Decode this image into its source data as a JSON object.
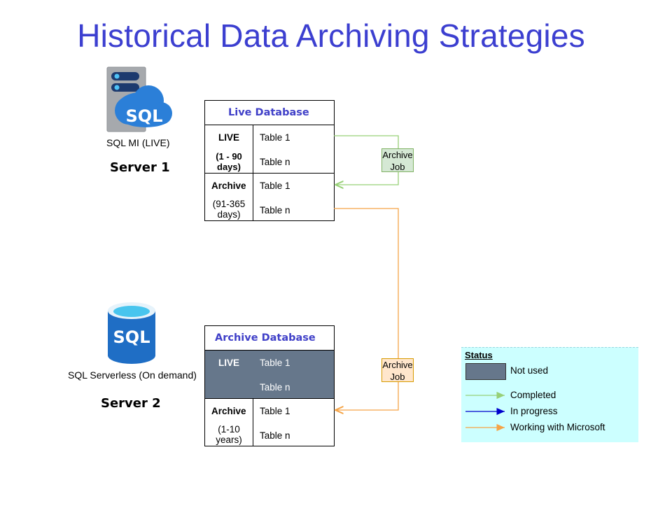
{
  "title": "Historical Data Archiving Strategies",
  "server1": {
    "icon_text": "SQL",
    "caption": "SQL MI (LIVE)",
    "name": "Server 1"
  },
  "server2": {
    "icon_text": "SQL",
    "caption": "SQL Serverless (On demand)",
    "name": "Server 2"
  },
  "live_db": {
    "header": "Live Database",
    "sections": [
      {
        "key": "LIVE",
        "range": "(1 - 90 days)",
        "range_line1": "(1 - 90",
        "range_line2": "days)",
        "table1": "Table 1",
        "tablen": "Table n"
      },
      {
        "key": "Archive",
        "range_line1": "(91-365",
        "range_line2": "days)",
        "table1": "Table 1",
        "tablen": "Table n"
      }
    ]
  },
  "archive_db": {
    "header": "Archive Database",
    "sections": [
      {
        "key": "LIVE",
        "table1": "Table 1",
        "tablen": "Table n",
        "status": "Not used"
      },
      {
        "key": "Archive",
        "range_line1": "(1-10",
        "range_line2": "years)",
        "table1": "Table 1",
        "tablen": "Table n"
      }
    ]
  },
  "jobs": [
    {
      "line1": "Archive",
      "line2": "Job",
      "status": "Completed",
      "color": "#97d077"
    },
    {
      "line1": "Archive",
      "line2": "Job",
      "status": "Working with Microsoft",
      "color": "#f5a447"
    }
  ],
  "legend": {
    "title": "Status",
    "items": [
      {
        "label": "Not used",
        "color": "#66778b"
      },
      {
        "label": "Completed",
        "color": "#97d077"
      },
      {
        "label": "In progress",
        "color": "#0000cc"
      },
      {
        "label": "Working with Microsoft",
        "color": "#f5a447"
      }
    ]
  }
}
